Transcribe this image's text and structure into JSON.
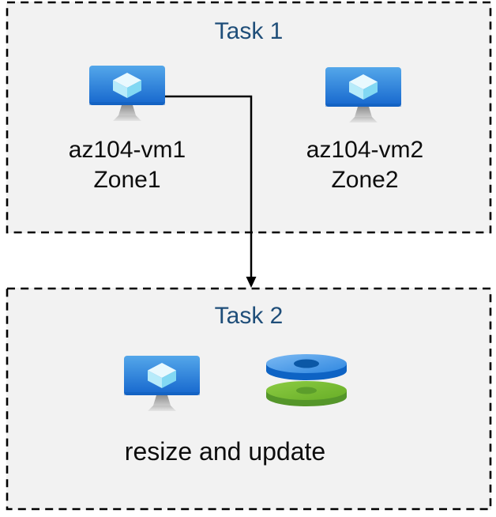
{
  "diagram": {
    "task1": {
      "title": "Task 1",
      "vms": [
        {
          "name": "az104-vm1",
          "zone": "Zone1"
        },
        {
          "name": "az104-vm2",
          "zone": "Zone2"
        }
      ]
    },
    "task2": {
      "title": "Task 2",
      "caption": "resize and update"
    },
    "colors": {
      "box_fill": "#f2f2f2",
      "box_border": "#000000",
      "title_text": "#1f4e79",
      "label_text": "#0d0d0d",
      "arrow": "#000000",
      "vm_screen_top": "#54a7ea",
      "vm_screen_bottom": "#1566cd",
      "vm_cube": "#aee6f9",
      "disk_blue": "#2f87e0",
      "disk_blue_side": "#0e63c4",
      "disk_green": "#68ae27",
      "disk_green_side": "#55962a"
    },
    "icons": {
      "vm": "azure-virtual-machine-icon",
      "disks": "azure-managed-disks-icon",
      "arrow": "flow-arrow-down"
    }
  }
}
